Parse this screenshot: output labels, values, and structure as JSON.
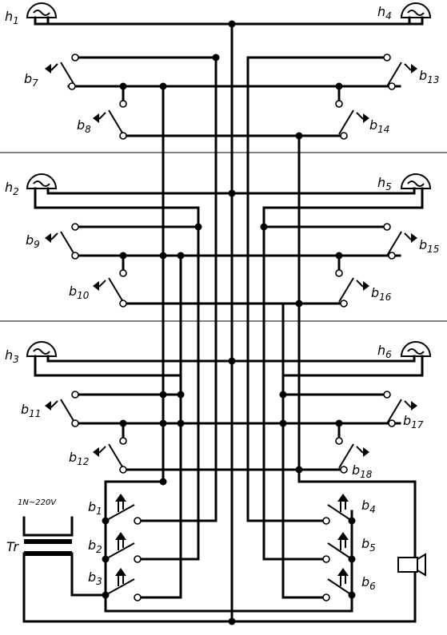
{
  "lamps": [
    {
      "id": "h1",
      "letter": "h",
      "num": "1"
    },
    {
      "id": "h4",
      "letter": "h",
      "num": "4"
    },
    {
      "id": "h2",
      "letter": "h",
      "num": "2"
    },
    {
      "id": "h5",
      "letter": "h",
      "num": "5"
    },
    {
      "id": "h3",
      "letter": "h",
      "num": "3"
    },
    {
      "id": "h6",
      "letter": "h",
      "num": "6"
    }
  ],
  "switches": [
    {
      "id": "b7",
      "letter": "b",
      "num": "7"
    },
    {
      "id": "b8",
      "letter": "b",
      "num": "8"
    },
    {
      "id": "b13",
      "letter": "b",
      "num": "13"
    },
    {
      "id": "b14",
      "letter": "b",
      "num": "14"
    },
    {
      "id": "b9",
      "letter": "b",
      "num": "9"
    },
    {
      "id": "b10",
      "letter": "b",
      "num": "10"
    },
    {
      "id": "b15",
      "letter": "b",
      "num": "15"
    },
    {
      "id": "b16",
      "letter": "b",
      "num": "16"
    },
    {
      "id": "b11",
      "letter": "b",
      "num": "11"
    },
    {
      "id": "b12",
      "letter": "b",
      "num": "12"
    },
    {
      "id": "b17",
      "letter": "b",
      "num": "17"
    },
    {
      "id": "b18",
      "letter": "b",
      "num": "18"
    },
    {
      "id": "b1",
      "letter": "b",
      "num": "1"
    },
    {
      "id": "b2",
      "letter": "b",
      "num": "2"
    },
    {
      "id": "b3",
      "letter": "b",
      "num": "3"
    },
    {
      "id": "b4",
      "letter": "b",
      "num": "4"
    },
    {
      "id": "b5",
      "letter": "b",
      "num": "5"
    },
    {
      "id": "b6",
      "letter": "b",
      "num": "6"
    }
  ],
  "supply": {
    "voltage_label": "1N~220V",
    "transformer": {
      "letter": "T",
      "rest": "r"
    }
  },
  "lamp_glyph": "~"
}
